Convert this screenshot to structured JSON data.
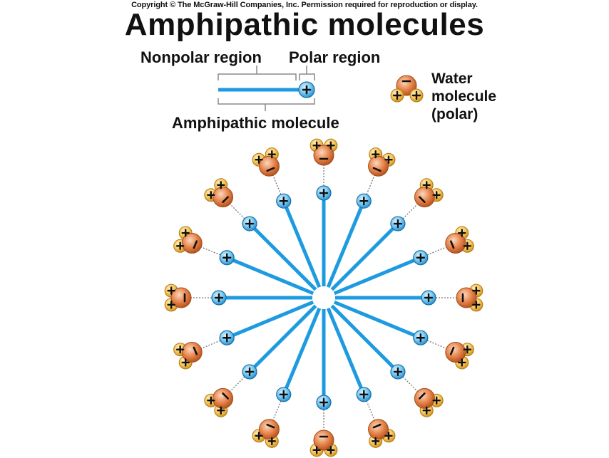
{
  "copyright": "Copyright © The McGraw-Hill Companies, Inc. Permission required for reproduction or display.",
  "title": "Amphipathic molecules",
  "legend": {
    "nonpolar_region": "Nonpolar region",
    "polar_region": "Polar region",
    "amphipathic_molecule": "Amphipathic molecule",
    "water_line1": "Water",
    "water_line2": "molecule",
    "water_line3": "(polar)"
  },
  "colors": {
    "tail": "#1e9be0",
    "head_fill": "#7ccaf2",
    "water_fill": "#e07d45",
    "hydrogen_fill": "#f6c458"
  },
  "micelle": {
    "molecule_count": 16,
    "head_symbol": "+",
    "water_oxygen_symbol": "–",
    "water_hydrogen_symbol": "+"
  }
}
